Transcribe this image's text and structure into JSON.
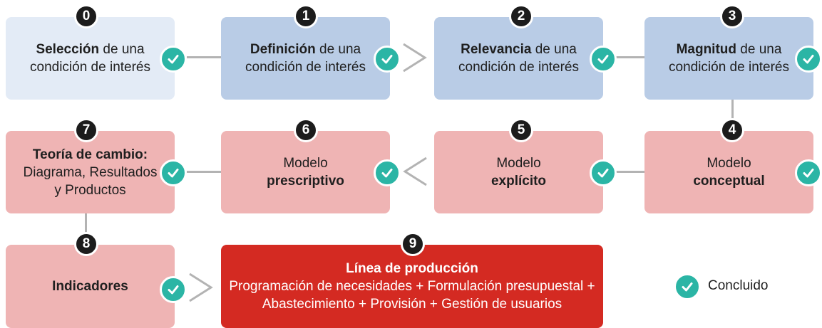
{
  "steps": [
    {
      "num": "0",
      "bold": "Selección",
      "rest": " de una",
      "line2": "condición de interés"
    },
    {
      "num": "1",
      "bold": "Definición",
      "rest": " de una",
      "line2": "condición de interés"
    },
    {
      "num": "2",
      "bold": "Relevancia",
      "rest": " de una",
      "line2": "condición de interés"
    },
    {
      "num": "3",
      "bold": "Magnitud",
      "rest": " de una",
      "line2": "condición de interés"
    },
    {
      "num": "4",
      "line1": "Modelo",
      "bold": "conceptual"
    },
    {
      "num": "5",
      "line1": "Modelo",
      "bold": "explícito"
    },
    {
      "num": "6",
      "line1": "Modelo",
      "bold": "prescriptivo"
    },
    {
      "num": "7",
      "bold": "Teoría de cambio:",
      "line2": "Diagrama, Resultados",
      "line3": "y Productos"
    },
    {
      "num": "8",
      "bold": "Indicadores"
    },
    {
      "num": "9",
      "bold": "Línea de producción",
      "line2": "Programación de necesidades + Formulación presupuestal +",
      "line3": "Abastecimiento + Provisión + Gestión de usuarios"
    }
  ],
  "legend": {
    "label": "Concluido"
  },
  "colors": {
    "light": "#e3ebf6",
    "blue": "#b9cce6",
    "pink": "#efb4b4",
    "red": "#d42a22",
    "check": "#2bb5a5"
  }
}
